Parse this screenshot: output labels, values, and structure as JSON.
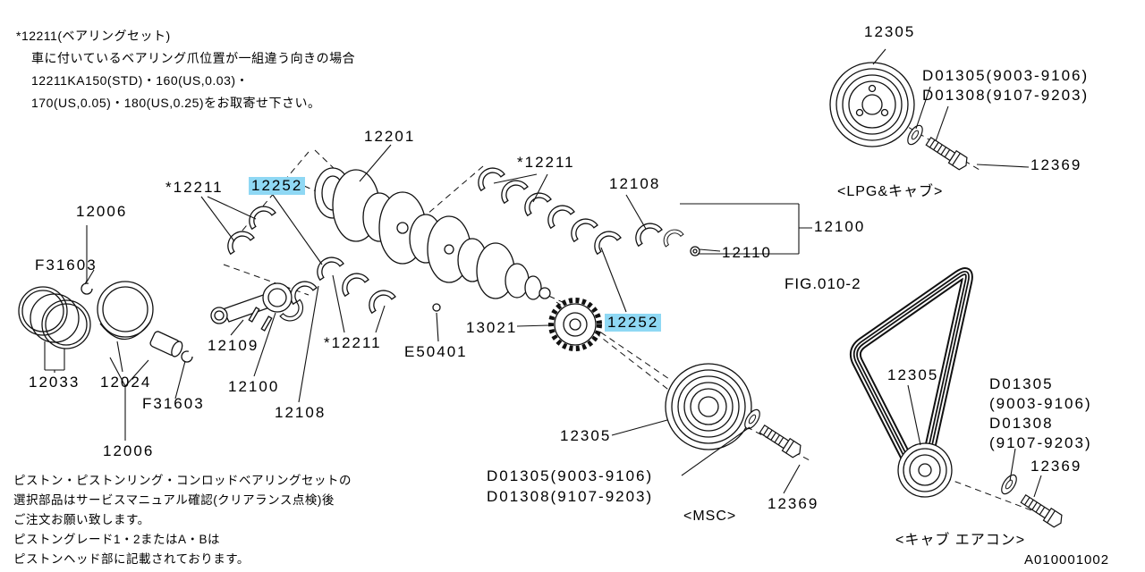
{
  "doc_number": "A010001002",
  "fig_ref": "FIG.010-2",
  "notes": {
    "top": [
      "*12211(ベアリングセット)",
      "車に付いているベアリング爪位置が一組違う向きの場合",
      "12211KA150(STD)・160(US,0.03)・",
      "170(US,0.05)・180(US,0.25)をお取寄せ下さい。"
    ],
    "bottom": [
      "ピストン・ピストンリング・コンロッドベアリングセットの",
      "選択部品はサービスマニュアル確認(クリアランス点検)後",
      "ご注文お願い致します。",
      "ピストングレード1・2またはA・Bは",
      "ピストンヘッド部に記載されております。"
    ]
  },
  "captions": {
    "lpg": "<LPG&キャブ>",
    "msc": "<MSC>",
    "cab_aircon": "<キャブ エアコン>"
  },
  "labels": [
    {
      "text": "12201",
      "highlight": false
    },
    {
      "text": "*12211",
      "highlight": false
    },
    {
      "text": "12252",
      "highlight": true
    },
    {
      "text": "*12211",
      "highlight": false
    },
    {
      "text": "12108",
      "highlight": false
    },
    {
      "text": "12100",
      "highlight": false
    },
    {
      "text": "12110",
      "highlight": false
    },
    {
      "text": "12305",
      "highlight": false
    },
    {
      "text": "D01305(9003-9106)",
      "highlight": false
    },
    {
      "text": "D01308(9107-9203)",
      "highlight": false
    },
    {
      "text": "12369",
      "highlight": false
    },
    {
      "text": "12006",
      "highlight": false
    },
    {
      "text": "F31603",
      "highlight": false
    },
    {
      "text": "12033",
      "highlight": false
    },
    {
      "text": "12024",
      "highlight": false
    },
    {
      "text": "F31603",
      "highlight": false
    },
    {
      "text": "12109",
      "highlight": false
    },
    {
      "text": "12100",
      "highlight": false
    },
    {
      "text": "12108",
      "highlight": false
    },
    {
      "text": "*12211",
      "highlight": false
    },
    {
      "text": "E50401",
      "highlight": false
    },
    {
      "text": "13021",
      "highlight": false
    },
    {
      "text": "12252",
      "highlight": true
    },
    {
      "text": "12006",
      "highlight": false
    },
    {
      "text": "12305",
      "highlight": false
    },
    {
      "text": "12305",
      "highlight": false
    },
    {
      "text": "D01305(9003-9106)",
      "highlight": false
    },
    {
      "text": "D01308(9107-9203)",
      "highlight": false
    },
    {
      "text": "12369",
      "highlight": false
    },
    {
      "text": "D01305",
      "highlight": false
    },
    {
      "text": "(9003-9106)",
      "highlight": false
    },
    {
      "text": "D01308",
      "highlight": false
    },
    {
      "text": "(9107-9203)",
      "highlight": false
    },
    {
      "text": "12369",
      "highlight": false
    },
    {
      "text": "<MSC>",
      "highlight": false
    }
  ],
  "colors": {
    "highlight": "#8fd8f4",
    "line": "#111111",
    "background": "#ffffff",
    "text": "#000000"
  }
}
